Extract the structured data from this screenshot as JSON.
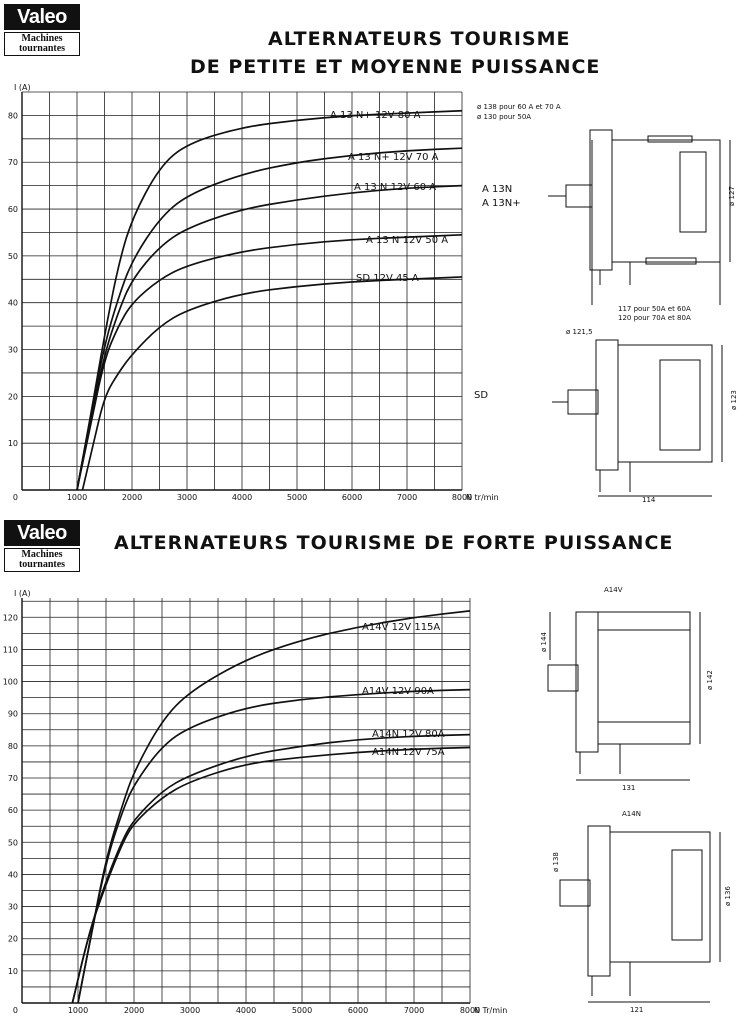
{
  "brand": {
    "logo": "Valeo",
    "subtitle": "Machines tournantes"
  },
  "sections": [
    {
      "title_line1": "ALTERNATEURS TOURISME",
      "title_line2": "DE PETITE ET MOYENNE PUISSANCE",
      "side_labels": [
        "A 13N",
        "A 13N+",
        "SD"
      ],
      "dimensions": [
        "ø 138 pour 60 A et 70 A",
        "ø 130 pour 50A",
        "ø 127",
        "117 pour 50A et 60A",
        "120 pour 70A et 80A",
        "ø 121,5",
        "ø 123",
        "114"
      ]
    },
    {
      "title_line1": "ALTERNATEURS TOURISME DE FORTE PUISSANCE",
      "side_labels": [
        "A14V",
        "A14N"
      ],
      "dimensions": [
        "ø 144",
        "ø 142",
        "131",
        "ø 138",
        "ø 136",
        "121"
      ]
    }
  ],
  "chart_data": [
    {
      "type": "line",
      "title": "ALTERNATEURS TOURISME DE PETITE ET MOYENNE PUISSANCE",
      "ylabel": "I (A)",
      "xlabel": "N tr/min",
      "xlim": [
        0,
        8000
      ],
      "ylim": [
        0,
        85
      ],
      "xticks": [
        "1000",
        "2000",
        "3000",
        "4000",
        "5000",
        "6000",
        "7000",
        "8000"
      ],
      "yticks": [
        "10",
        "20",
        "30",
        "40",
        "50",
        "60",
        "70",
        "80"
      ],
      "origin_label": "0",
      "grid": true,
      "series": [
        {
          "name": "A 13 N+ 12V 80 A",
          "x": [
            1000,
            1250,
            1500,
            1750,
            2000,
            2500,
            3000,
            4000,
            5000,
            6000,
            7000,
            8000
          ],
          "y": [
            0,
            16,
            33,
            48,
            58,
            69,
            74,
            77.5,
            79,
            80,
            80.5,
            81
          ]
        },
        {
          "name": "A 13 N+ 12V 70 A",
          "x": [
            1000,
            1250,
            1500,
            1750,
            2000,
            2500,
            3000,
            4000,
            5000,
            6000,
            7000,
            8000
          ],
          "y": [
            0,
            16,
            31,
            41,
            49,
            58,
            63,
            67.5,
            70,
            71.5,
            72.5,
            73
          ]
        },
        {
          "name": "A 13 N 12V 60 A",
          "x": [
            1000,
            1250,
            1500,
            1750,
            2000,
            2500,
            3000,
            4000,
            5000,
            6000,
            7000,
            8000
          ],
          "y": [
            0,
            15,
            29,
            38,
            45,
            52,
            56,
            60,
            62,
            63.5,
            64.5,
            65
          ]
        },
        {
          "name": "A 13 N 12V 50 A",
          "x": [
            1000,
            1250,
            1500,
            1750,
            2000,
            2500,
            3000,
            4000,
            5000,
            6000,
            7000,
            8000
          ],
          "y": [
            0,
            14,
            28,
            35,
            40,
            45,
            48,
            51,
            52.5,
            53.5,
            54,
            54.5
          ]
        },
        {
          "name": "SD 12V 45 A",
          "x": [
            1100,
            1300,
            1500,
            1750,
            2000,
            2500,
            3000,
            4000,
            5000,
            6000,
            7000,
            8000
          ],
          "y": [
            0,
            10,
            20,
            25,
            29,
            35,
            38.5,
            42,
            43.5,
            44.5,
            45,
            45.5
          ]
        }
      ]
    },
    {
      "type": "line",
      "title": "ALTERNATEURS TOURISME DE FORTE PUISSANCE",
      "ylabel": "I (A)",
      "xlabel": "N Tr/min",
      "xlim": [
        0,
        8000
      ],
      "ylim": [
        0,
        126
      ],
      "xticks": [
        "1000",
        "2000",
        "3000",
        "4000",
        "5000",
        "6000",
        "7000",
        "8000"
      ],
      "yticks": [
        "10",
        "20",
        "30",
        "40",
        "50",
        "60",
        "70",
        "80",
        "90",
        "100",
        "110",
        "120"
      ],
      "origin_label": "0",
      "grid": true,
      "series": [
        {
          "name": "A14V 12V 115A",
          "x": [
            1000,
            1200,
            1500,
            1800,
            2000,
            2500,
            3000,
            4000,
            5000,
            6000,
            7000,
            8000
          ],
          "y": [
            0,
            18,
            45,
            62,
            72,
            88,
            97,
            107,
            113,
            117,
            120,
            122
          ]
        },
        {
          "name": "A14V 12V 90A",
          "x": [
            1000,
            1200,
            1500,
            1800,
            2000,
            2500,
            3000,
            4000,
            5000,
            6000,
            7000,
            8000
          ],
          "y": [
            0,
            18,
            44,
            60,
            68,
            80,
            86,
            92,
            94.5,
            96,
            97,
            97.5
          ]
        },
        {
          "name": "A14N 12V 80A",
          "x": [
            900,
            1200,
            1500,
            1800,
            2000,
            2500,
            3000,
            4000,
            5000,
            6000,
            7000,
            8000
          ],
          "y": [
            0,
            22,
            38,
            51,
            57,
            66,
            71,
            77,
            80,
            82,
            83,
            83.5
          ]
        },
        {
          "name": "A14N 12V 75A",
          "x": [
            900,
            1200,
            1500,
            1800,
            2000,
            2500,
            3000,
            4000,
            5000,
            6000,
            7000,
            8000
          ],
          "y": [
            0,
            22,
            37,
            50,
            56,
            64,
            69,
            74.5,
            76.5,
            78,
            79,
            79.5
          ]
        }
      ]
    }
  ]
}
